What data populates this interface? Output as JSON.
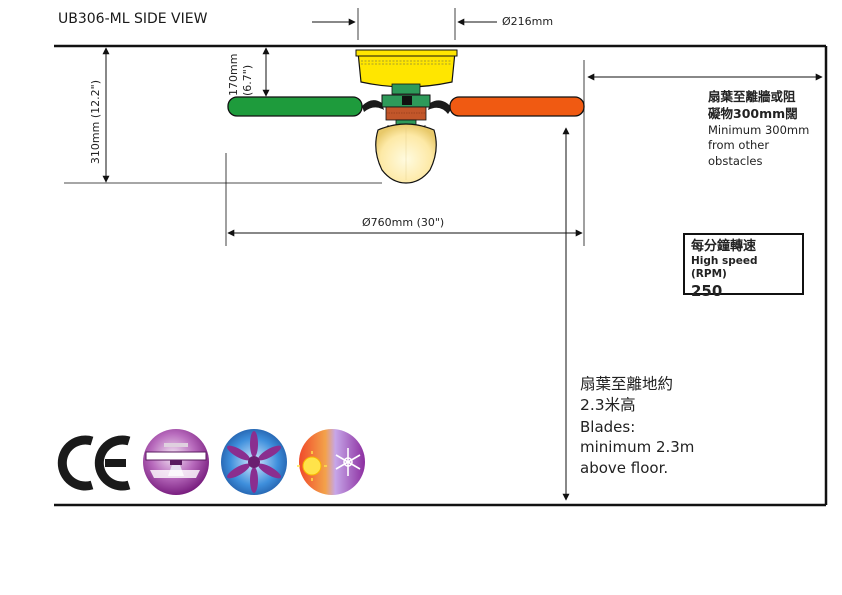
{
  "title": "UB306-ML  SIDE VIEW",
  "dimensions": {
    "canopy_diameter": "Ø216mm",
    "overall_height": "310mm (12.2\")",
    "drop_height_line1": "170mm",
    "drop_height_line2": "(6.7\")",
    "blade_span": "Ø760mm  (30\")"
  },
  "clearance": {
    "zh_line1": "扇葉至離牆或阻",
    "zh_line2": "礙物300mm闊",
    "en_line1": "Minimum 300mm",
    "en_line2": "from other",
    "en_line3": "obstacles"
  },
  "speed": {
    "zh": "每分鐘轉速",
    "label": "High speed (RPM)",
    "value": "250"
  },
  "floor": {
    "zh_line1": "扇葉至離地約",
    "zh_line2": "2.3米高",
    "en_line1": "Blades:",
    "en_line2": "minimum 2.3m",
    "en_line3": "above floor."
  },
  "colors": {
    "blade_left": "#1e9b3c",
    "blade_right": "#f05a12",
    "canopy": "#ffe600",
    "motor": "#2e9a5a",
    "glass_shade": "#fde9a6",
    "ce_mark": "#1a1a1a",
    "badge_purple": "#8a2e8f",
    "badge_blue": "#1d6fc0"
  },
  "icons": [
    "ce-mark",
    "ceiling-fan-light-badge",
    "fan-blades-badge",
    "summer-winter-badge"
  ]
}
